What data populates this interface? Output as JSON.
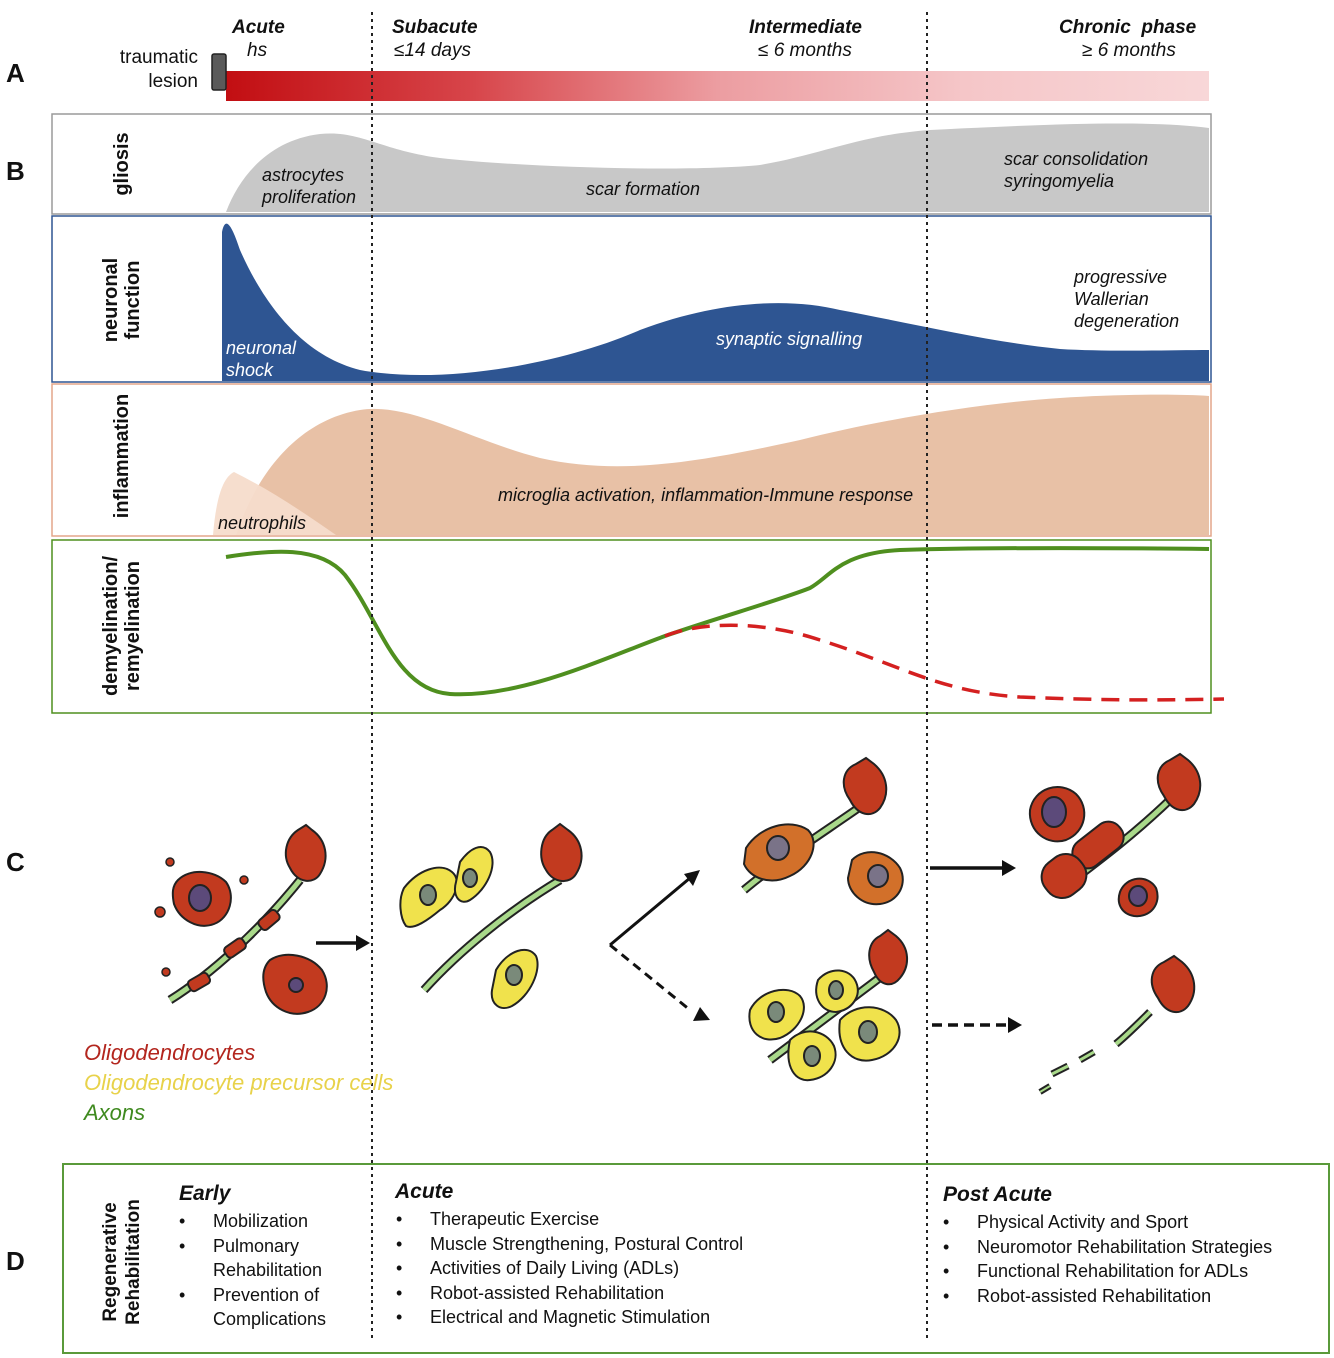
{
  "panels": {
    "a": "A",
    "b": "B",
    "c": "C",
    "d": "D"
  },
  "phases": [
    {
      "name": "Acute",
      "duration": "hs"
    },
    {
      "name": "Subacute",
      "duration": "≤14 days"
    },
    {
      "name": "Intermediate",
      "duration": "≤ 6 months"
    },
    {
      "name": "Chronic  phase",
      "duration": "≥ 6 months"
    }
  ],
  "lesion_label": [
    "traumatic",
    "lesion"
  ],
  "tracks": {
    "gliosis": {
      "label": "gliosis",
      "color": "#c8c8c8",
      "annotations": [
        "astrocytes\nproliferation",
        "scar formation",
        "scar consolidation\nsyringomyelia"
      ]
    },
    "neuronal": {
      "label": "neuronal\nfunction",
      "color": "#2e5592",
      "annotations": [
        "neuronal\nshock",
        "synaptic signalling",
        "progressive\nWallerian\ndegeneration"
      ]
    },
    "inflammation": {
      "label": "inflammation",
      "color": "#e8c1a6",
      "annotations": [
        "neutrophils",
        "microglia activation, inflammation-Immune response"
      ]
    },
    "myelin": {
      "label": "demyelination/\nremyelination",
      "color": "#4f8f1f",
      "failure_color": "#d42020"
    }
  },
  "legend": [
    {
      "text": "Oligodendrocytes",
      "color": "#b3261e"
    },
    {
      "text": "Oligodendrocyte precursor cells",
      "color": "#e8d24a"
    },
    {
      "text": "Axons",
      "color": "#3f8a1f"
    }
  ],
  "rehabilitation": {
    "title": "Regenerative\nRehabilitation",
    "columns": [
      {
        "heading": "Early",
        "items": [
          "Mobilization",
          "Pulmonary\nRehabilitation",
          "Prevention of\nComplications"
        ]
      },
      {
        "heading": "Acute",
        "items": [
          "Therapeutic Exercise",
          "Muscle Strengthening, Postural Control",
          "Activities of Daily Living (ADLs)",
          "Robot-assisted Rehabilitation",
          "Electrical and Magnetic Stimulation"
        ]
      },
      {
        "heading": "Post Acute",
        "items": [
          "Physical Activity and Sport",
          "Neuromotor Rehabilitation Strategies",
          "Functional Rehabilitation for ADLs",
          "Robot-assisted Rehabilitation"
        ]
      }
    ]
  }
}
